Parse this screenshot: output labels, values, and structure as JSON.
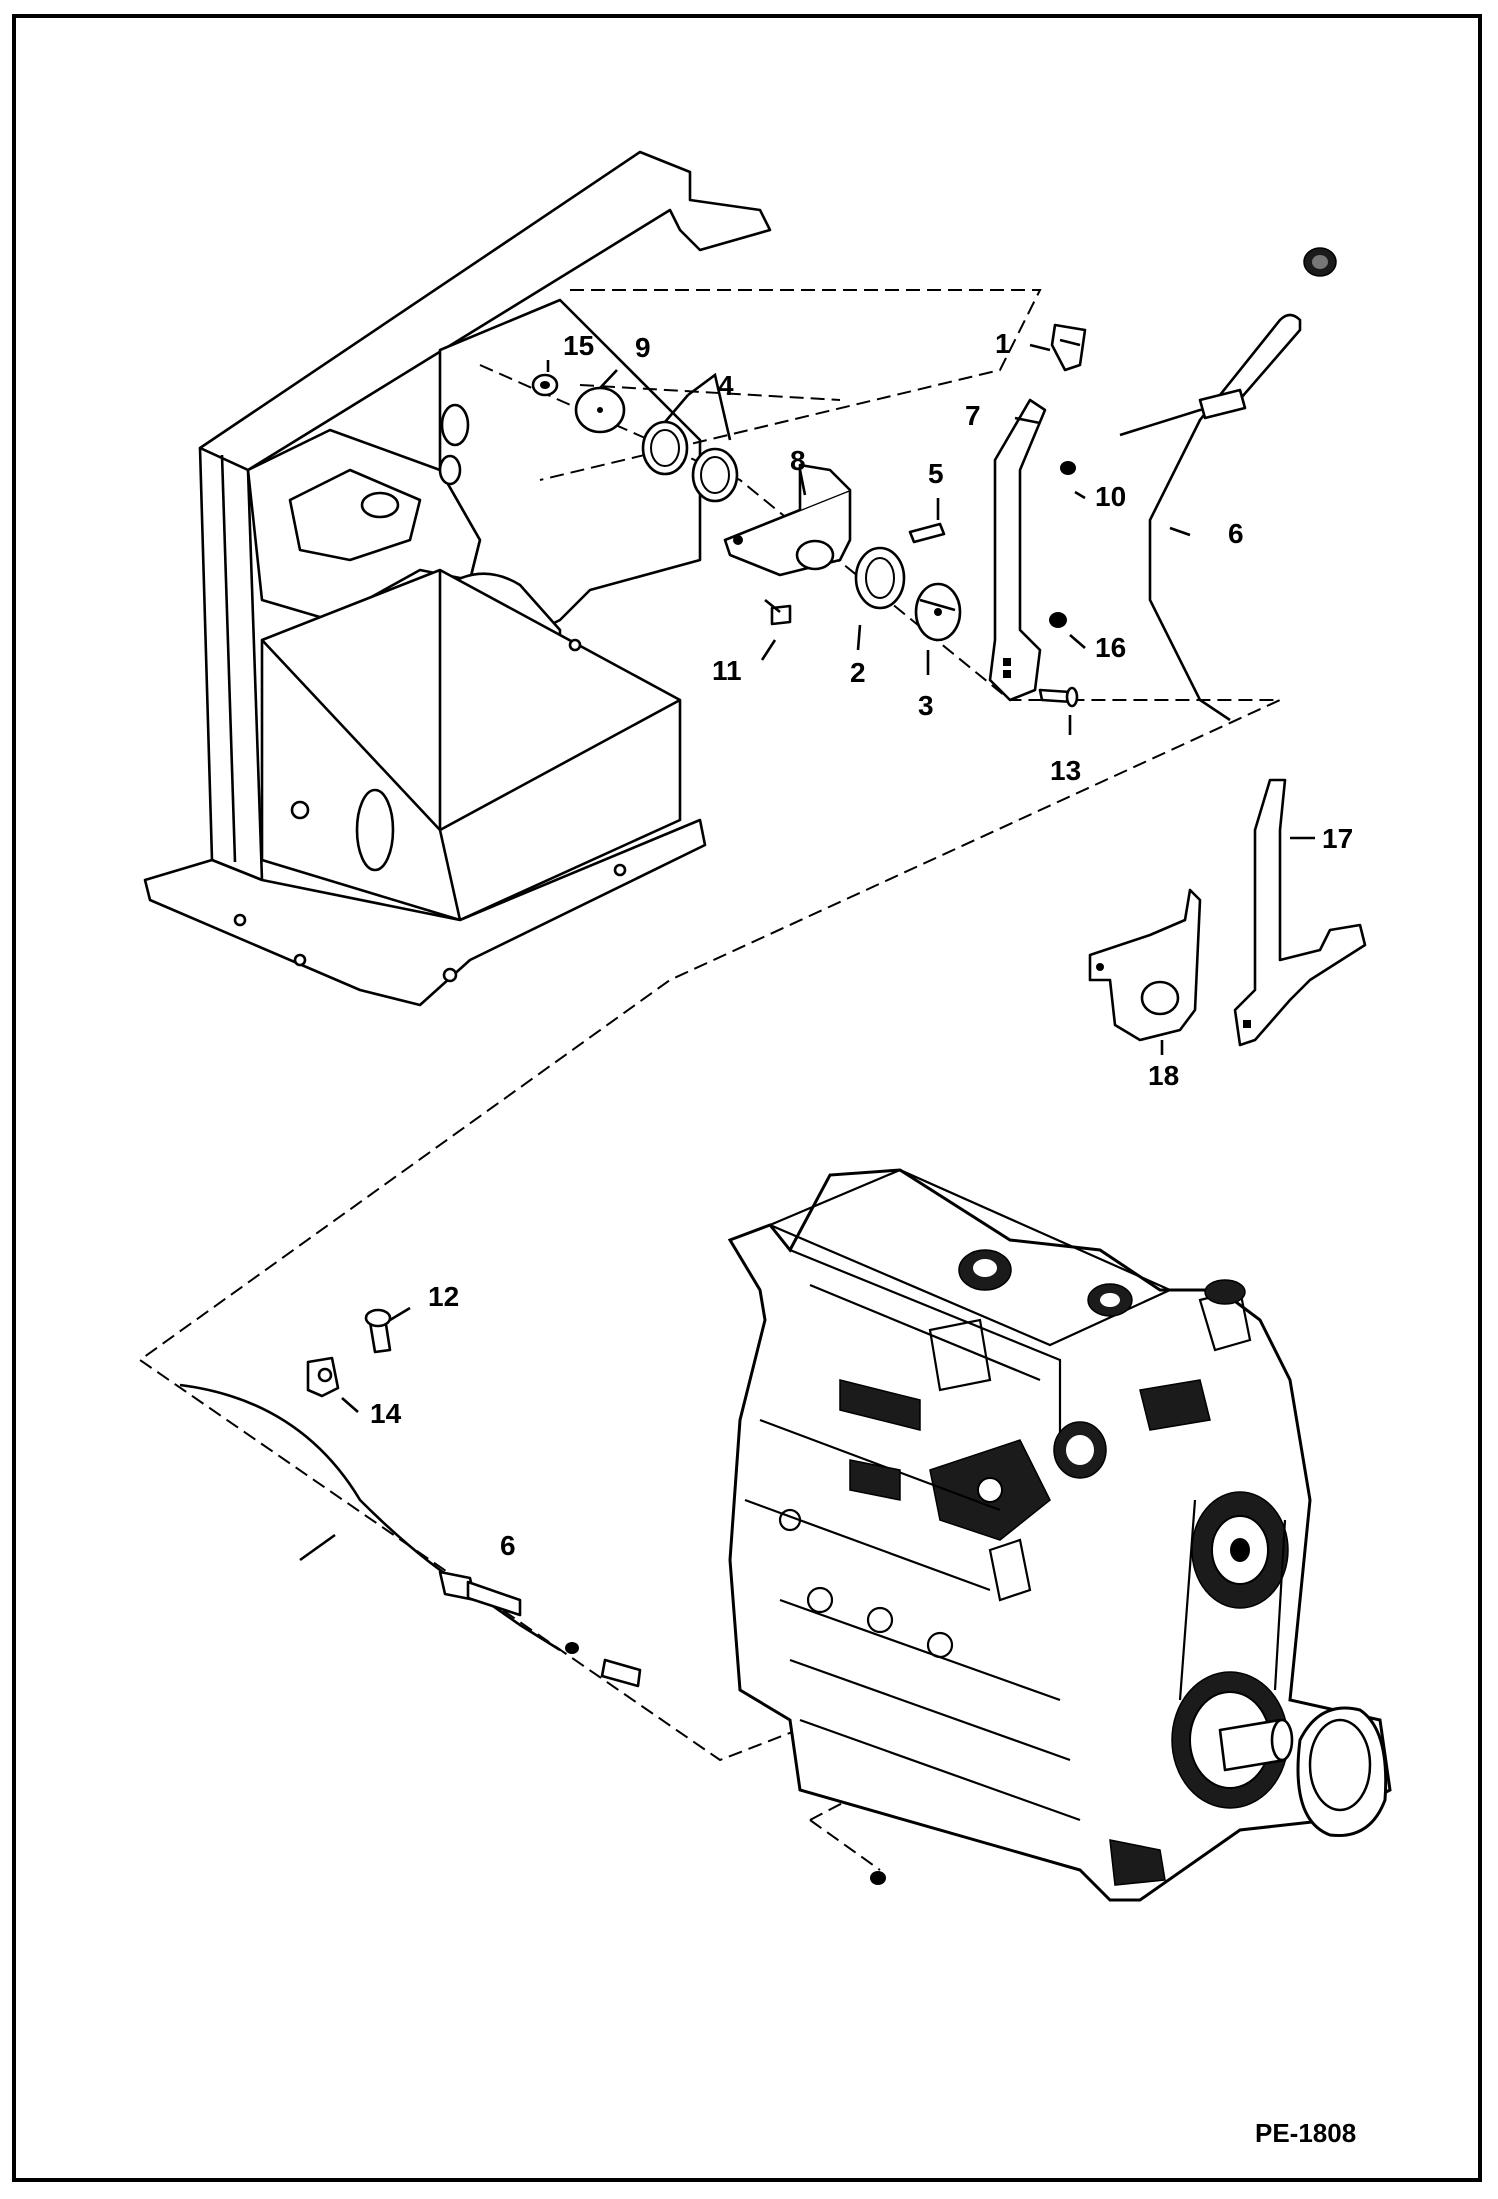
{
  "diagram": {
    "reference": "PE-1808",
    "callouts": {
      "c1": "1",
      "c2": "2",
      "c3": "3",
      "c4": "4",
      "c5": "5",
      "c6a": "6",
      "c6b": "6",
      "c7": "7",
      "c8": "8",
      "c9": "9",
      "c10": "10",
      "c11": "11",
      "c12": "12",
      "c13": "13",
      "c14": "14",
      "c15": "15",
      "c16": "16",
      "c17": "17",
      "c18": "18"
    }
  }
}
